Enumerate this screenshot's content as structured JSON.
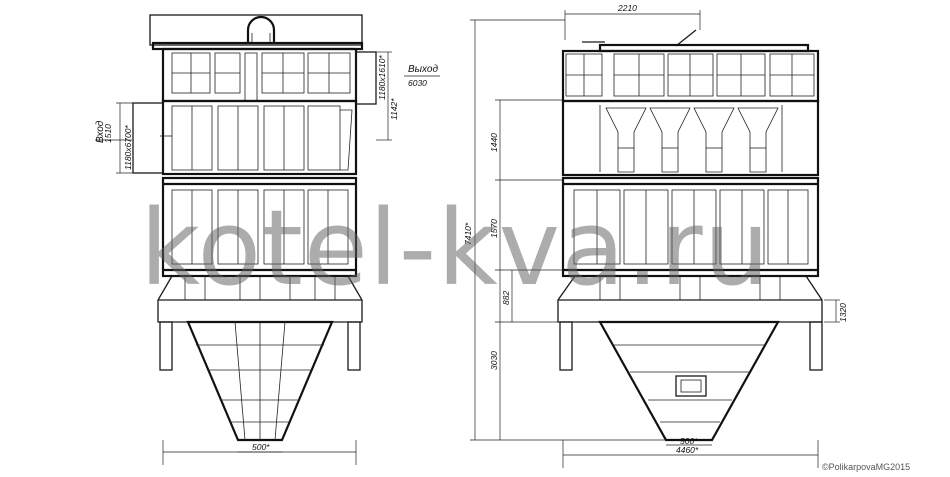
{
  "left_view": {
    "outlet_label": "Выход",
    "outlet_size": "6030",
    "inlet_label": "Вход",
    "inlet_size": "1510",
    "dim_inlet_opening": "1180х6700*",
    "dim_outlet_opening": "1180х1610*",
    "dim_outlet_offset": "1142*",
    "dim_bottom_outlet": "500*"
  },
  "right_view": {
    "dim_top_width": "2210",
    "dim_total_height": "7410*",
    "dim_hopper_height": "3030",
    "dim_mid_section": "1570",
    "dim_upper_section": "1440",
    "dim_leg": "882",
    "dim_small_right": "1320",
    "dim_bottom_outlet": "500*",
    "dim_base_width": "4460*"
  },
  "watermark": "kotel-kva.ru",
  "credit": "©PolikarpovaMG2015",
  "colors": {
    "line": "#111111",
    "watermark": "#5f5f5f",
    "background": "#ffffff"
  }
}
